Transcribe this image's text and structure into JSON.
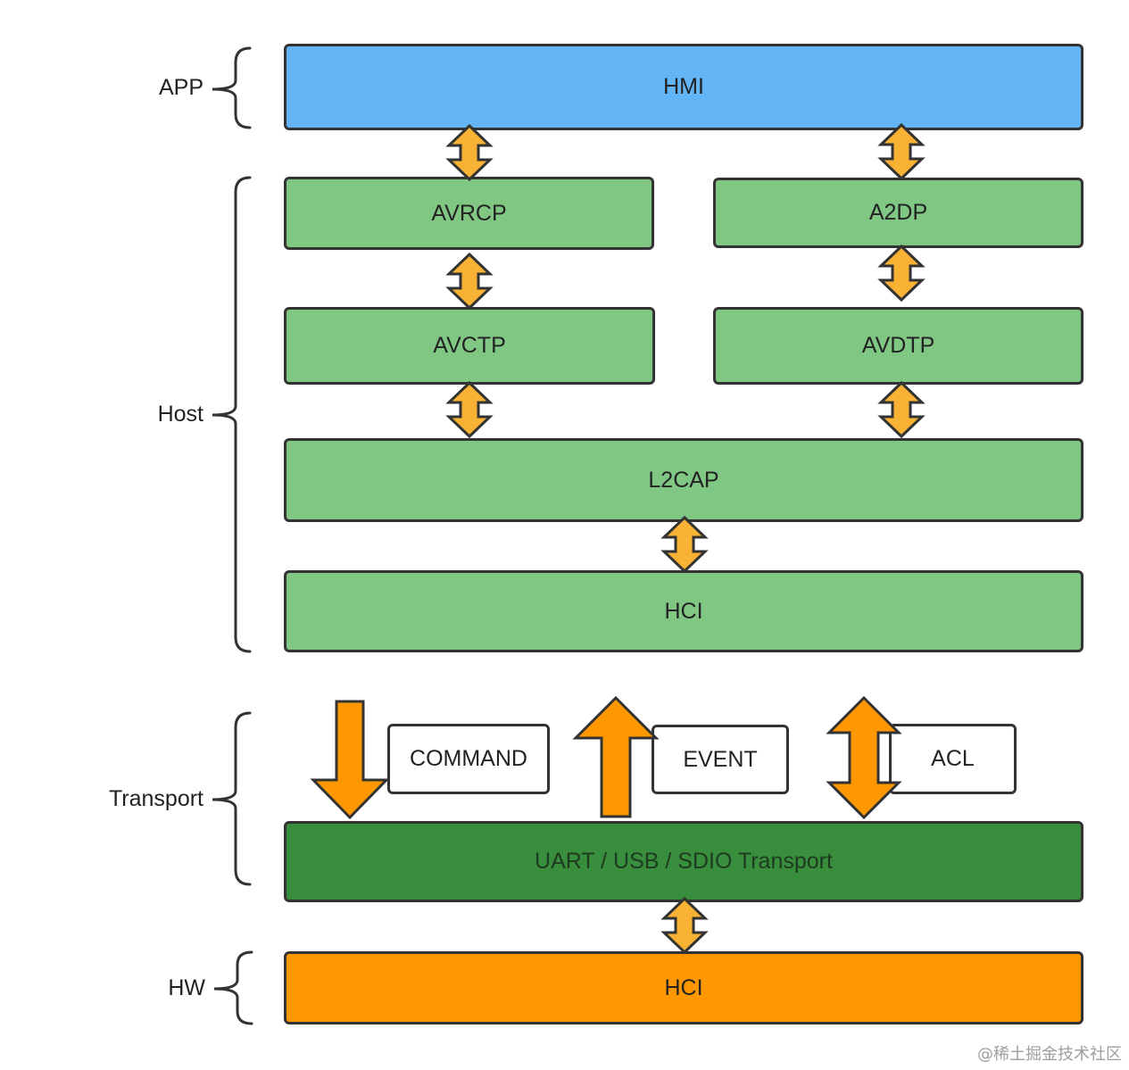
{
  "layers": {
    "app": "APP",
    "host": "Host",
    "transport": "Transport",
    "hw": "HW"
  },
  "blocks": {
    "hmi": "HMI",
    "avrcp": "AVRCP",
    "a2dp": "A2DP",
    "avctp": "AVCTP",
    "avdtp": "AVDTP",
    "l2cap": "L2CAP",
    "host_hci": "HCI",
    "transport": "UART / USB / SDIO Transport",
    "hw_hci": "HCI"
  },
  "messages": {
    "command": "COMMAND",
    "event": "EVENT",
    "acl": "ACL"
  },
  "colors": {
    "app": "#64b5f6",
    "host": "#81c784",
    "transport": "#388e3c",
    "hw": "#ff9800",
    "small_arrow": "#f9b233",
    "big_arrow": "#ff9800",
    "stroke": "#333333"
  },
  "watermark": "@稀土掘金技术社区"
}
